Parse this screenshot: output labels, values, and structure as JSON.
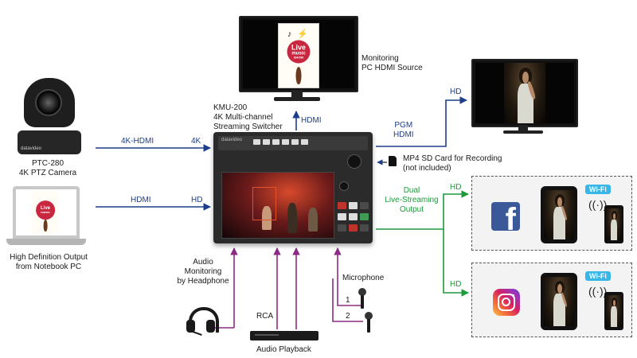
{
  "labels": {
    "monitoring": [
      "Monitoring",
      "PC HDMI Source"
    ],
    "device_model": "KMU-200",
    "device_desc": [
      "4K Multi-channel",
      "Streaming Switcher"
    ],
    "link_hdmi_top": "HDMI",
    "link_hd_out": "HD",
    "pgm": [
      "PGM",
      "HDMI"
    ],
    "sd_card": [
      "MP4 SD Card for Recording",
      "(not included)"
    ],
    "link_4k_hdmi": "4K-HDMI",
    "link_4k": "4K",
    "camera_model": "PTC-280",
    "camera_desc": "4K PTZ Camera",
    "link_hdmi_left": "HDMI",
    "link_hd_left": "HD",
    "notebook": [
      "High Definition Output",
      "from Notebook PC"
    ],
    "dual_stream": [
      "Dual",
      "Live-Streaming",
      "Output"
    ],
    "hd_stream_1": "HD",
    "hd_stream_2": "HD",
    "audio_monitor": [
      "Audio",
      "Monitoring",
      "by Headphone"
    ],
    "rca": "RCA",
    "microphone": "Microphone",
    "mic_1": "1",
    "mic_2": "2",
    "audio_playback": "Audio Playback",
    "wifi_1": "Wi-Fi",
    "wifi_2": "Wi-Fi"
  },
  "artwork": {
    "poster_text": [
      "Live",
      "music",
      "SHOW"
    ],
    "camera_brand": "datavideo",
    "switcher_brand": "datavideo"
  },
  "icons": {
    "facebook": "f",
    "wifi": "wifi-icon"
  },
  "colors": {
    "blue_link": "#1c3e8a",
    "green_link": "#1e9a3b",
    "audio_link": "#8a2b84",
    "facebook": "#3b5998",
    "wifi_badge": "#38b6e8"
  }
}
